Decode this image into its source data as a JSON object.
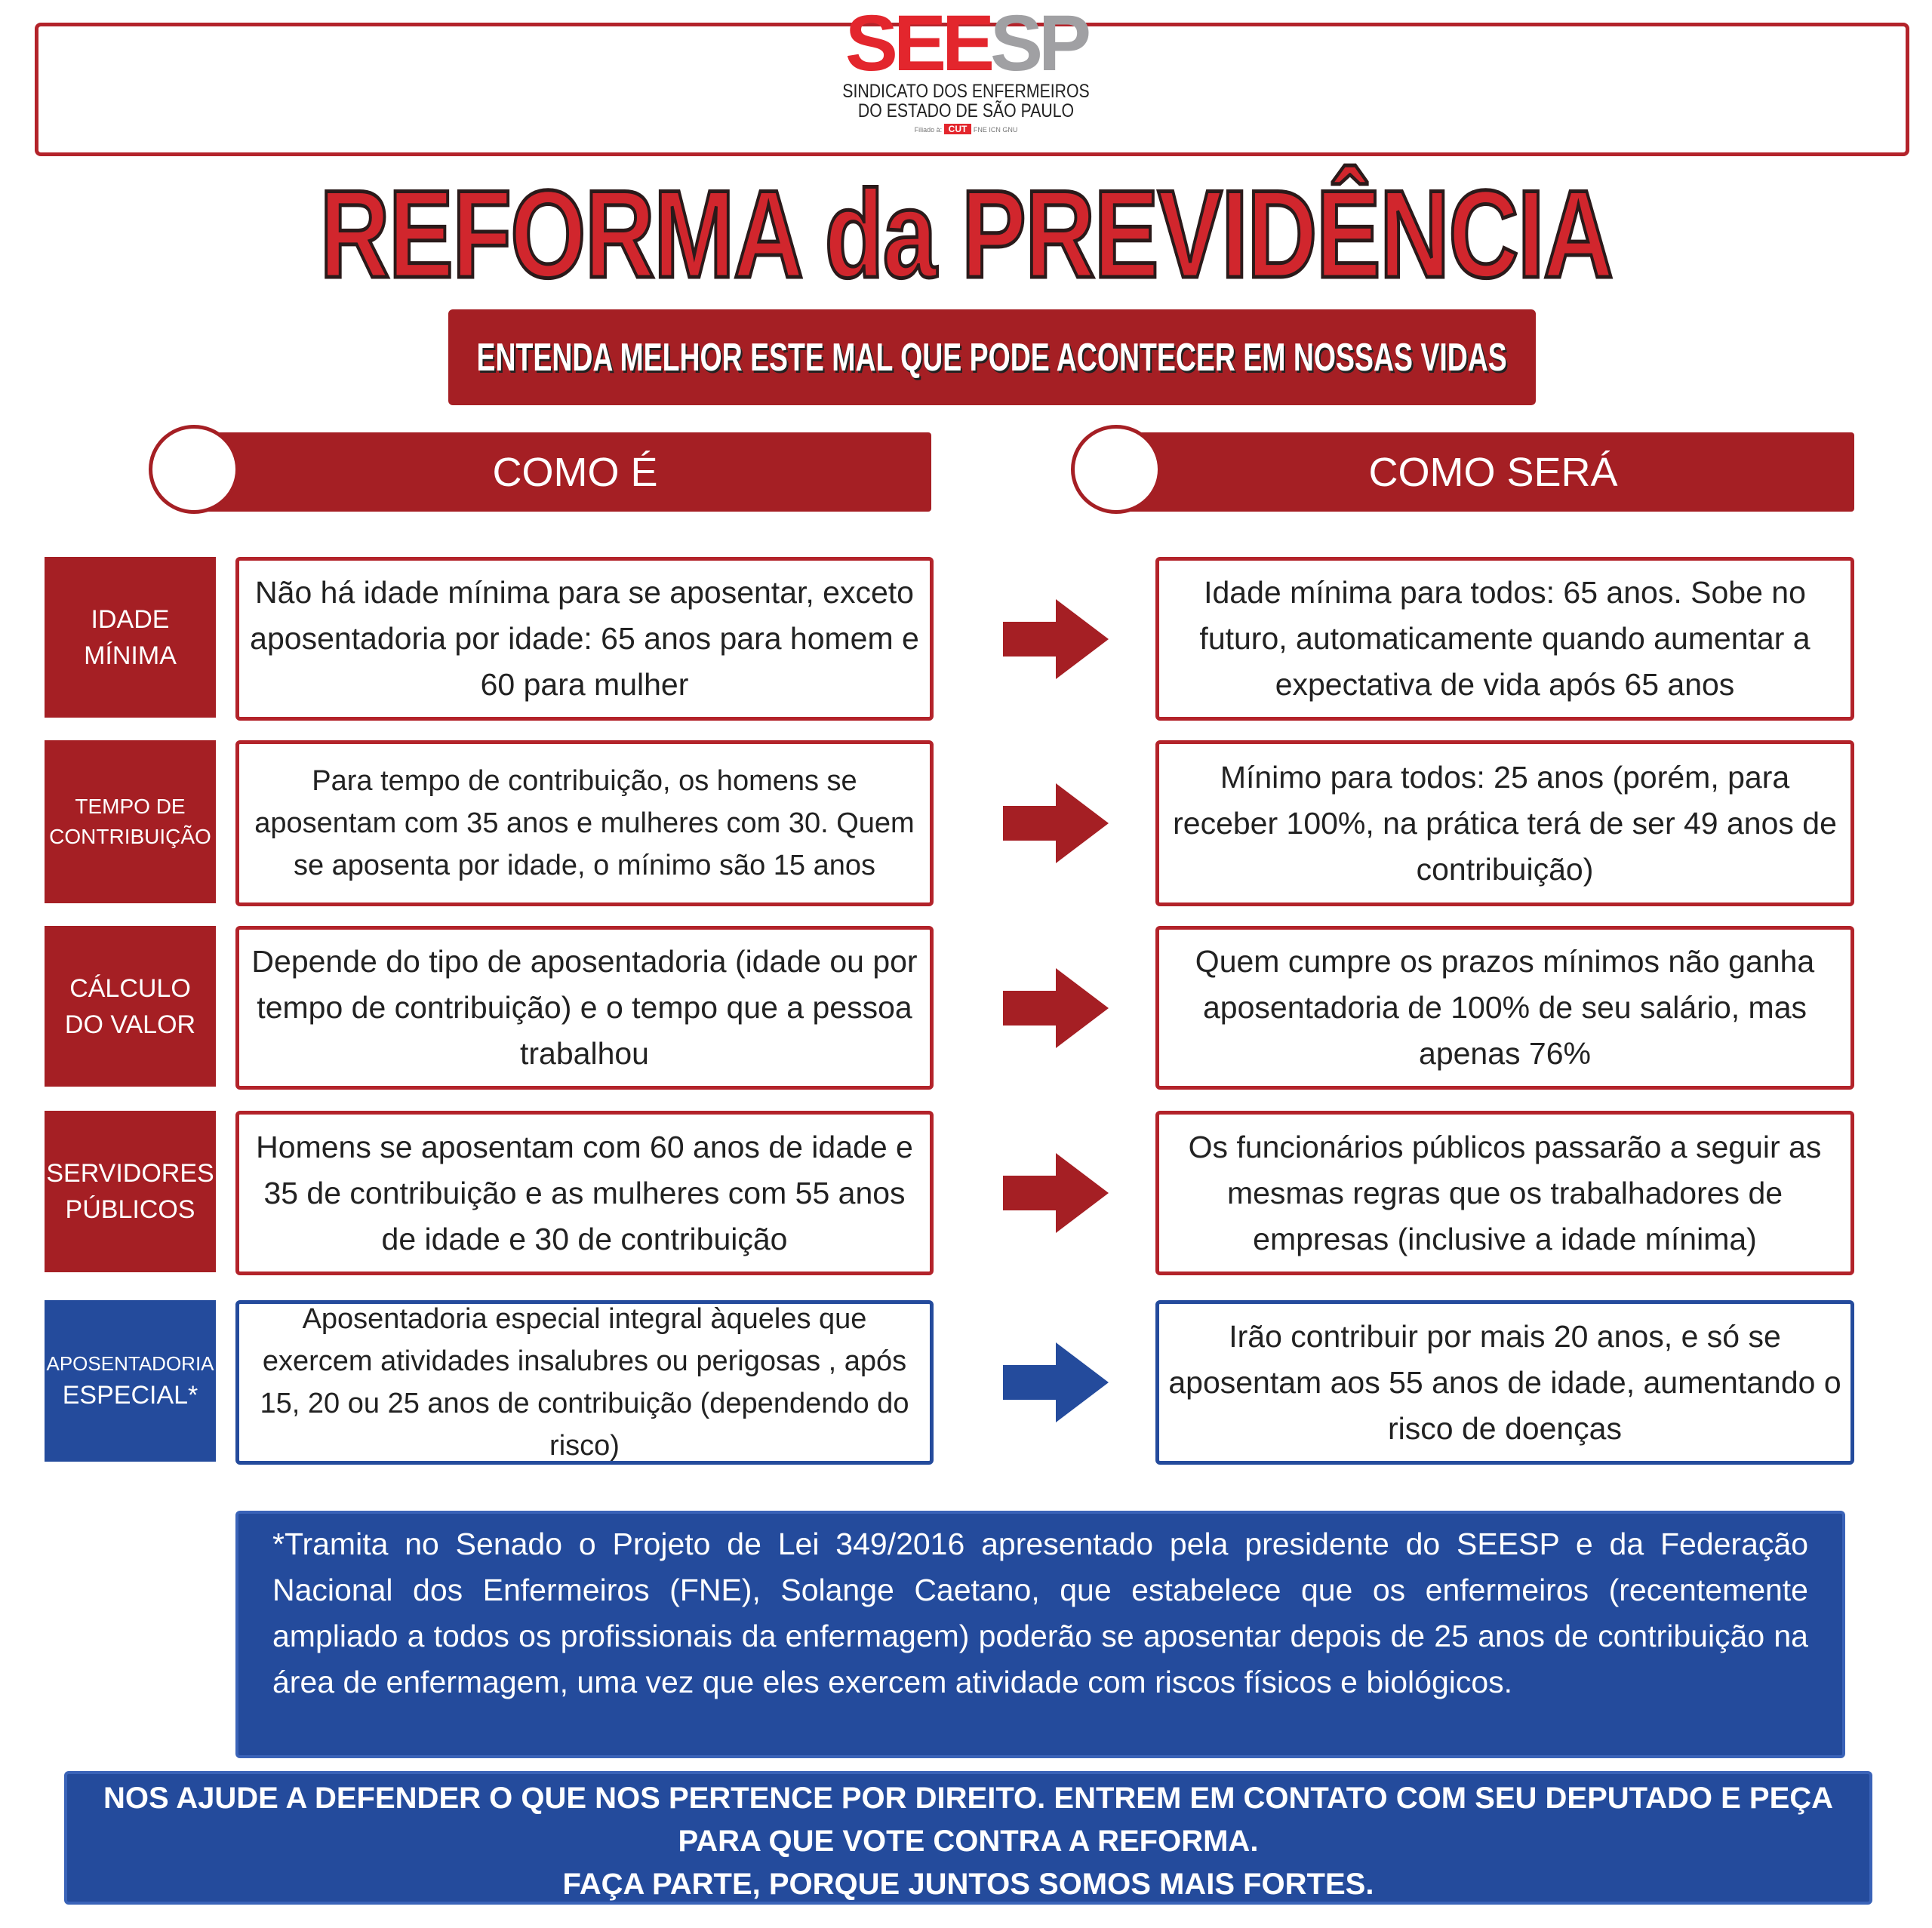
{
  "logo": {
    "part1": "SEE",
    "part2": "SP",
    "line1": "SINDICATO DOS ENFERMEIROS",
    "line2": "DO ESTADO DE SÃO PAULO",
    "affiliated": "Filiado à:",
    "affiliates": [
      "CUT",
      "FNE",
      "ICN",
      "GNU"
    ]
  },
  "title": "REFORMA da PREVIDÊNCIA",
  "subtitle": "ENTENDA MELHOR ESTE MAL QUE PODE ACONTECER EM NOSSAS VIDAS",
  "headers": {
    "left": "COMO É",
    "right": "COMO SERÁ"
  },
  "colors": {
    "red": "#a51f24",
    "title_red": "#d1262d",
    "blue": "#244b9c"
  },
  "rows": [
    {
      "label": "IDADE MÍNIMA",
      "now": "Não há idade mínima para se aposentar, exceto aposentadoria por idade: 65 anos para homem e 60 para mulher",
      "future": "Idade mínima para todos: 65 anos. Sobe no futuro, automaticamente quando aumentar a expectativa de vida após 65 anos"
    },
    {
      "label": "TEMPO DE CONTRIBUIÇÃO",
      "now": "Para tempo de contribuição, os homens se aposentam com 35 anos e mulheres com 30. Quem se aposenta por idade, o mínimo são 15 anos",
      "future": "Mínimo para todos: 25 anos (porém, para receber 100%, na prática terá de ser 49 anos de contribuição)"
    },
    {
      "label": "CÁLCULO DO VALOR",
      "now": "Depende do tipo de aposentadoria (idade ou por tempo de contribuição) e o tempo que a pessoa trabalhou",
      "future": "Quem cumpre os prazos mínimos não ganha aposentadoria de 100% de seu salário, mas apenas 76%"
    },
    {
      "label": "SERVIDORES PÚBLICOS",
      "now": "Homens se aposentam com 60 anos de idade e 35 de contribuição e as mulheres com 55 anos de idade e 30 de contribuição",
      "future": "Os funcionários públicos passarão a seguir as mesmas regras que os trabalhadores de empresas (inclusive a idade mínima)"
    },
    {
      "label_top": "APOSENTADORIA",
      "label_bottom": "ESPECIAL*",
      "now": "Aposentadoria especial integral àqueles que exercem atividades insalubres ou perigosas , após 15, 20 ou 25 anos de contribuição (dependendo do risco)",
      "future": "Irão contribuir por mais 20 anos, e só se aposentam aos 55 anos de idade, aumentando o risco de doenças"
    }
  ],
  "footnote": "*Tramita no Senado o Projeto de Lei 349/2016 apresentado pela presidente do SEESP e da Federação Nacional dos Enfermeiros (FNE), Solange Caetano, que estabelece que os enfermeiros (recentemente ampliado a todos os profissionais da enfermagem) poderão se aposentar depois de 25 anos de contribuição na área de enfermagem, uma vez que eles exercem atividade com riscos físicos e biológicos.",
  "call_to_action": {
    "line1": "NOS AJUDE A DEFENDER O QUE NOS PERTENCE POR DIREITO. ENTREM EM CONTATO COM SEU DEPUTADO E PEÇA PARA QUE VOTE CONTRA A REFORMA.",
    "line2": "FAÇA PARTE, PORQUE JUNTOS SOMOS MAIS FORTES."
  }
}
